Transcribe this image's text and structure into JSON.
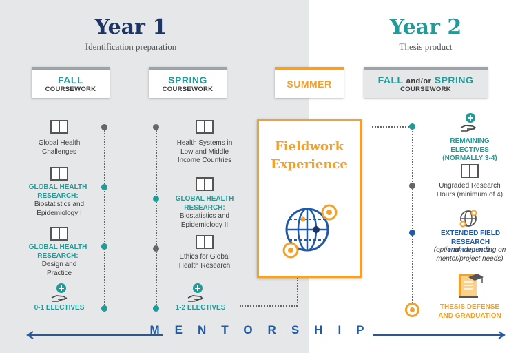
{
  "year1": {
    "title": "Year 1",
    "subtitle": "Identification preparation"
  },
  "year2": {
    "title": "Year 2",
    "subtitle": "Thesis product"
  },
  "terms": {
    "fall": {
      "main": "FALL",
      "sub": "COURSEWORK"
    },
    "spring": {
      "main": "SPRING",
      "sub": "COURSEWORK"
    },
    "summer": {
      "main": "SUMMER"
    },
    "fall_spring": {
      "main_a": "FALL",
      "main_and": "and/or",
      "main_b": "SPRING",
      "sub": "COURSEWORK"
    }
  },
  "fall_items": {
    "item1": "Global Health Challenges",
    "item2_head": "GLOBAL HEALTH RESEARCH:",
    "item2_body": "Biostatistics and Epidemiology I",
    "item3_head": "GLOBAL HEALTH RESEARCH:",
    "item3_body": "Design and Practice",
    "electives": "0-1 ELECTIVES"
  },
  "spring_items": {
    "item1": "Health Systems in Low and Middle Income Countries",
    "item2_head": "GLOBAL HEALTH RESEARCH:",
    "item2_body": "Biostatistics and Epidemiology II",
    "item3": "Ethics for Global Health Research",
    "electives": "1-2 ELECTIVES"
  },
  "summer_items": {
    "title_line1": "Fieldwork",
    "title_line2": "Experience"
  },
  "year2_items": {
    "remaining": "REMAINING ELECTIVES (NORMALLY 3-4)",
    "ungraded": "Ungraded Research Hours (minimum of 4)",
    "extended_head": "EXTENDED FIELD RESEARCH EXPERIENCE",
    "extended_note": "(optional, depending on mentor/project needs)",
    "thesis": "THESIS DEFENSE AND GRADUATION"
  },
  "mentorship": "MENTORSHIP",
  "colors": {
    "navy": "#1d3566",
    "teal": "#1f9b99",
    "orange": "#f2a22b",
    "blue": "#1e5aa6",
    "gray_panel": "#e6e7e8"
  },
  "icons": [
    "book-icon",
    "hand-plus-icon",
    "globe-icon",
    "clipboard-icon",
    "thesis-book-icon"
  ]
}
